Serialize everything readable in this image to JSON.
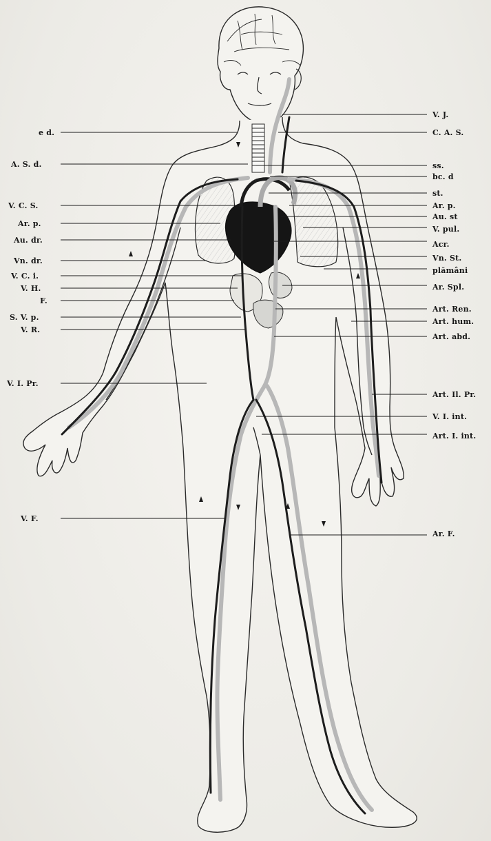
{
  "colors": {
    "paper": "#f0eee9",
    "ink": "#1b1b1b",
    "vein": "#2a2a2a",
    "artery": "#bdbdbd"
  },
  "labels_left": [
    "e d.",
    "A. S. d.",
    "V. C. S.",
    "Ar. p.",
    "Au. dr.",
    "Vn. dr.",
    "V. C. i.",
    "V. H.",
    "F.",
    "S. V. p.",
    "V. R.",
    "V. I. Pr.",
    "V. F."
  ],
  "labels_right": [
    "V. J.",
    "C. A. S.",
    "ss.",
    "bc. d",
    "st.",
    "Ar. p.",
    "Au. st",
    "V. pul.",
    "Acr.",
    "Vn. St.",
    "plămâni",
    "Ar. Spl.",
    "Art. Ren.",
    "Art. hum.",
    "Art. abd.",
    "Art. Il. Pr.",
    "V. I. int.",
    "Art. I. int.",
    "Ar. F."
  ]
}
